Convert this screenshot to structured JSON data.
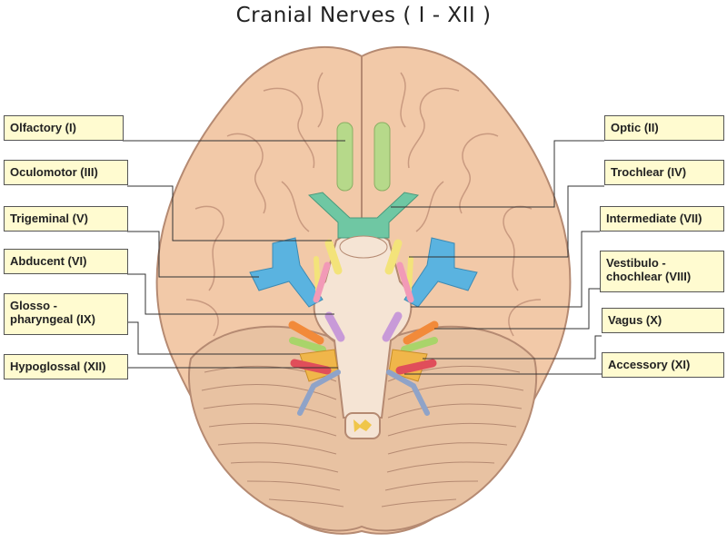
{
  "title": "Cranial Nerves ( I - XII )",
  "colors": {
    "brain": "#f2c9a8",
    "brain_outline": "#b58a72",
    "cerebellum": "#e8c2a2",
    "label_bg": "#fffbd0",
    "olfactory": "#b6d98a",
    "optic": "#6fc7a3",
    "oculomotor": "#f3e37a",
    "trochlear": "#f3e37a",
    "trigeminal": "#5ab3e0",
    "abducent": "#c89ad8",
    "facial_intermediate": "#f29ab7",
    "vestibulocochlear": "#f28a3a",
    "glossopharyngeal": "#a9d46a",
    "vagus": "#f0b64a",
    "accessory": "#e04e5a",
    "hypoglossal": "#8fa3c8"
  },
  "labels_left": [
    {
      "id": "olfactory",
      "text": "Olfactory (I)"
    },
    {
      "id": "oculomotor",
      "text": "Oculomotor (III)"
    },
    {
      "id": "trigeminal",
      "text": "Trigeminal (V)"
    },
    {
      "id": "abducent",
      "text": "Abducent (VI)"
    },
    {
      "id": "glosso",
      "text": "Glosso -\npharyngeal (IX)"
    },
    {
      "id": "hypoglossal",
      "text": "Hypoglossal (XII)"
    }
  ],
  "labels_right": [
    {
      "id": "optic",
      "text": "Optic (II)"
    },
    {
      "id": "trochlear",
      "text": "Trochlear (IV)"
    },
    {
      "id": "intermediate",
      "text": "Intermediate (VII)"
    },
    {
      "id": "vestibulo",
      "text": "Vestibulo -\nchochlear (VIII)"
    },
    {
      "id": "vagus",
      "text": "Vagus (X)"
    },
    {
      "id": "accessory",
      "text": "Accessory (XI)"
    }
  ]
}
